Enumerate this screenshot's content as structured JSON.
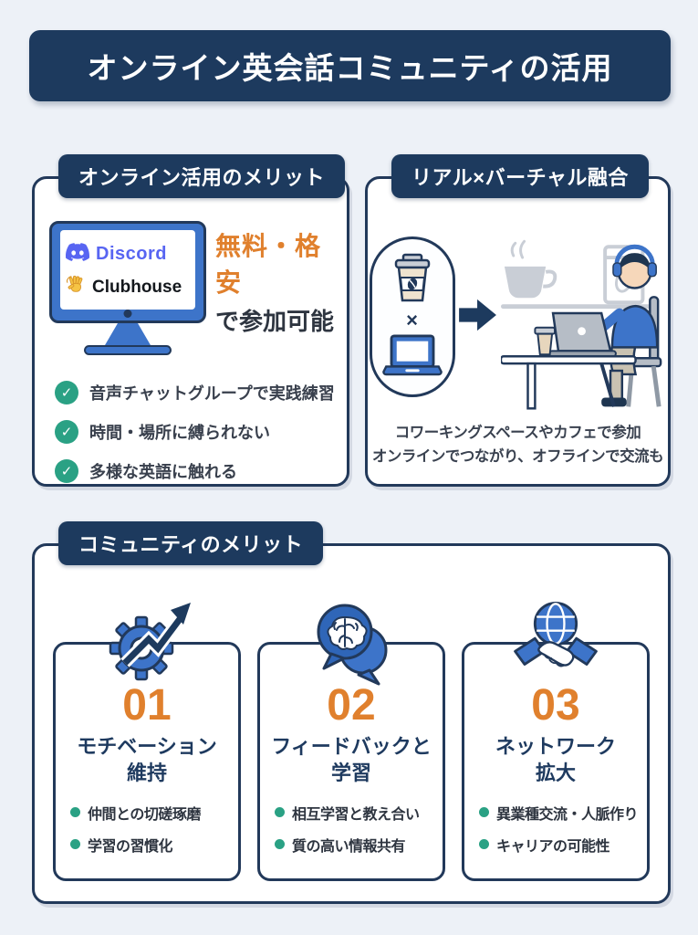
{
  "page": {
    "title": "オンライン英会話コミュニティの活用"
  },
  "colors": {
    "navy": "#1d3a5e",
    "orange": "#e0802d",
    "green": "#2aa184",
    "blue": "#3d74c9",
    "discord_blurple": "#5865f2",
    "background": "#edf1f7"
  },
  "icons": {
    "check": "✓"
  },
  "online_card": {
    "badge": "オンライン活用のメリット",
    "platforms": [
      {
        "name": "Discord"
      },
      {
        "name": "Clubhouse"
      }
    ],
    "highlight": "無料・格安",
    "highlight_sub": "で参加可能",
    "checklist": [
      "音声チャットグループで実践練習",
      "時間・場所に縛られない",
      "多様な英語に触れる"
    ]
  },
  "hybrid_card": {
    "badge": "リアル×バーチャル融合",
    "cross_symbol": "×",
    "caption_line1": "コワーキングスペースやカフェで参加",
    "caption_line2": "オンラインでつながり、オフラインで交流も"
  },
  "community_card": {
    "badge": "コミュニティのメリット",
    "items": [
      {
        "number": "01",
        "title_line1": "モチベーション",
        "title_line2": "維持",
        "bullets": [
          "仲間との切磋琢磨",
          "学習の習慣化"
        ]
      },
      {
        "number": "02",
        "title_line1": "フィードバックと",
        "title_line2": "学習",
        "bullets": [
          "相互学習と教え合い",
          "質の高い情報共有"
        ]
      },
      {
        "number": "03",
        "title_line1": "ネットワーク",
        "title_line2": "拡大",
        "bullets": [
          "異業種交流・人脈作り",
          "キャリアの可能性"
        ]
      }
    ]
  }
}
